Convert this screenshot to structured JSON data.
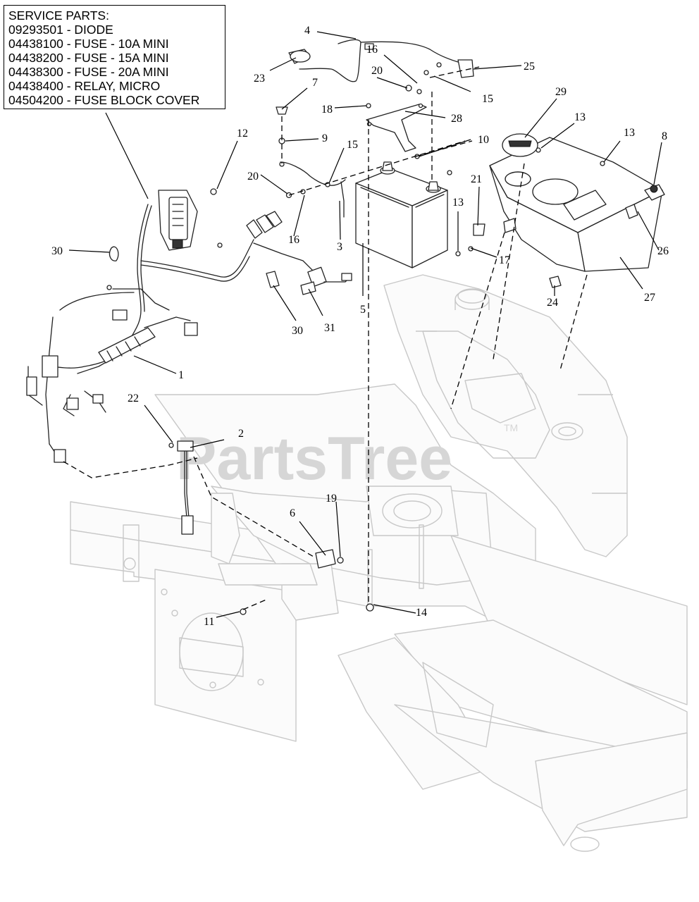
{
  "service_parts": {
    "heading": "SERVICE PARTS:",
    "lines": [
      "09293501 - DIODE",
      "04438100 - FUSE - 10A MINI",
      "04438200 - FUSE - 15A MINI",
      "04438300 - FUSE - 20A MINI",
      "04438400 - RELAY, MICRO",
      "04504200 - FUSE BLOCK COVER"
    ]
  },
  "watermark": {
    "text": "PartsTree",
    "tm": "TM"
  },
  "callouts": [
    {
      "id": "c1",
      "text": "1"
    },
    {
      "id": "c2",
      "text": "2"
    },
    {
      "id": "c3",
      "text": "3"
    },
    {
      "id": "c4",
      "text": "4"
    },
    {
      "id": "c5",
      "text": "5"
    },
    {
      "id": "c6",
      "text": "6"
    },
    {
      "id": "c7",
      "text": "7"
    },
    {
      "id": "c8",
      "text": "8"
    },
    {
      "id": "c9",
      "text": "9"
    },
    {
      "id": "c10",
      "text": "10"
    },
    {
      "id": "c11",
      "text": "11"
    },
    {
      "id": "c12",
      "text": "12"
    },
    {
      "id": "c13a",
      "text": "13"
    },
    {
      "id": "c13b",
      "text": "13"
    },
    {
      "id": "c13c",
      "text": "13"
    },
    {
      "id": "c14",
      "text": "14"
    },
    {
      "id": "c15a",
      "text": "15"
    },
    {
      "id": "c15b",
      "text": "15"
    },
    {
      "id": "c16a",
      "text": "16"
    },
    {
      "id": "c16b",
      "text": "16"
    },
    {
      "id": "c17",
      "text": "17"
    },
    {
      "id": "c18",
      "text": "18"
    },
    {
      "id": "c19",
      "text": "19"
    },
    {
      "id": "c20a",
      "text": "20"
    },
    {
      "id": "c20b",
      "text": "20"
    },
    {
      "id": "c21",
      "text": "21"
    },
    {
      "id": "c22",
      "text": "22"
    },
    {
      "id": "c23",
      "text": "23"
    },
    {
      "id": "c24",
      "text": "24"
    },
    {
      "id": "c25",
      "text": "25"
    },
    {
      "id": "c26",
      "text": "26"
    },
    {
      "id": "c27",
      "text": "27"
    },
    {
      "id": "c28",
      "text": "28"
    },
    {
      "id": "c29",
      "text": "29"
    },
    {
      "id": "c30a",
      "text": "30"
    },
    {
      "id": "c30b",
      "text": "30"
    },
    {
      "id": "c31",
      "text": "31"
    }
  ]
}
